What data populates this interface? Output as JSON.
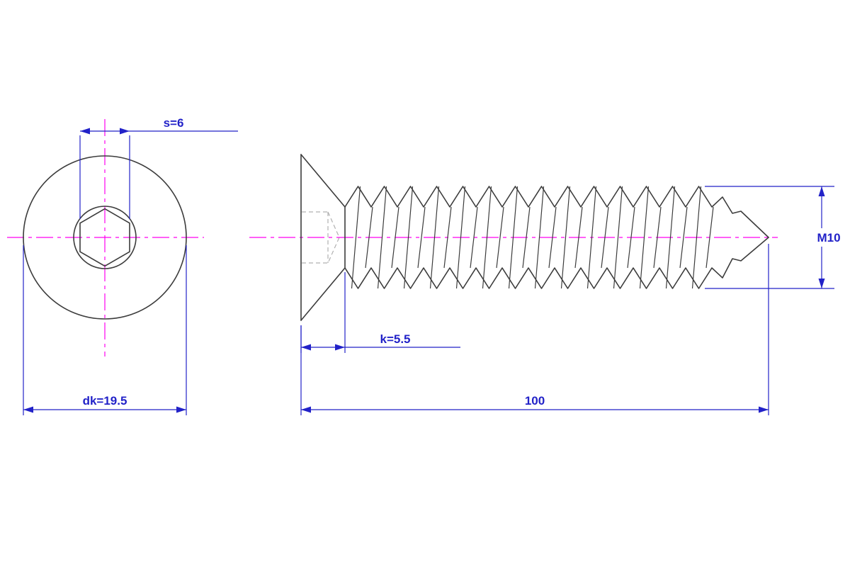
{
  "drawing": {
    "dimensions": {
      "socket_width_label": "s=6",
      "head_diameter_label": "dk=19.5",
      "head_height_label": "k=5.5",
      "overall_length_label": "100",
      "thread_size_label": "M10"
    },
    "colors": {
      "dimension_blue": "#2222c8",
      "centerline_magenta": "#ff00f0",
      "outline_gray": "#3c3c3c",
      "hidden_gray": "#b0b0b0",
      "background": "#ffffff"
    }
  }
}
